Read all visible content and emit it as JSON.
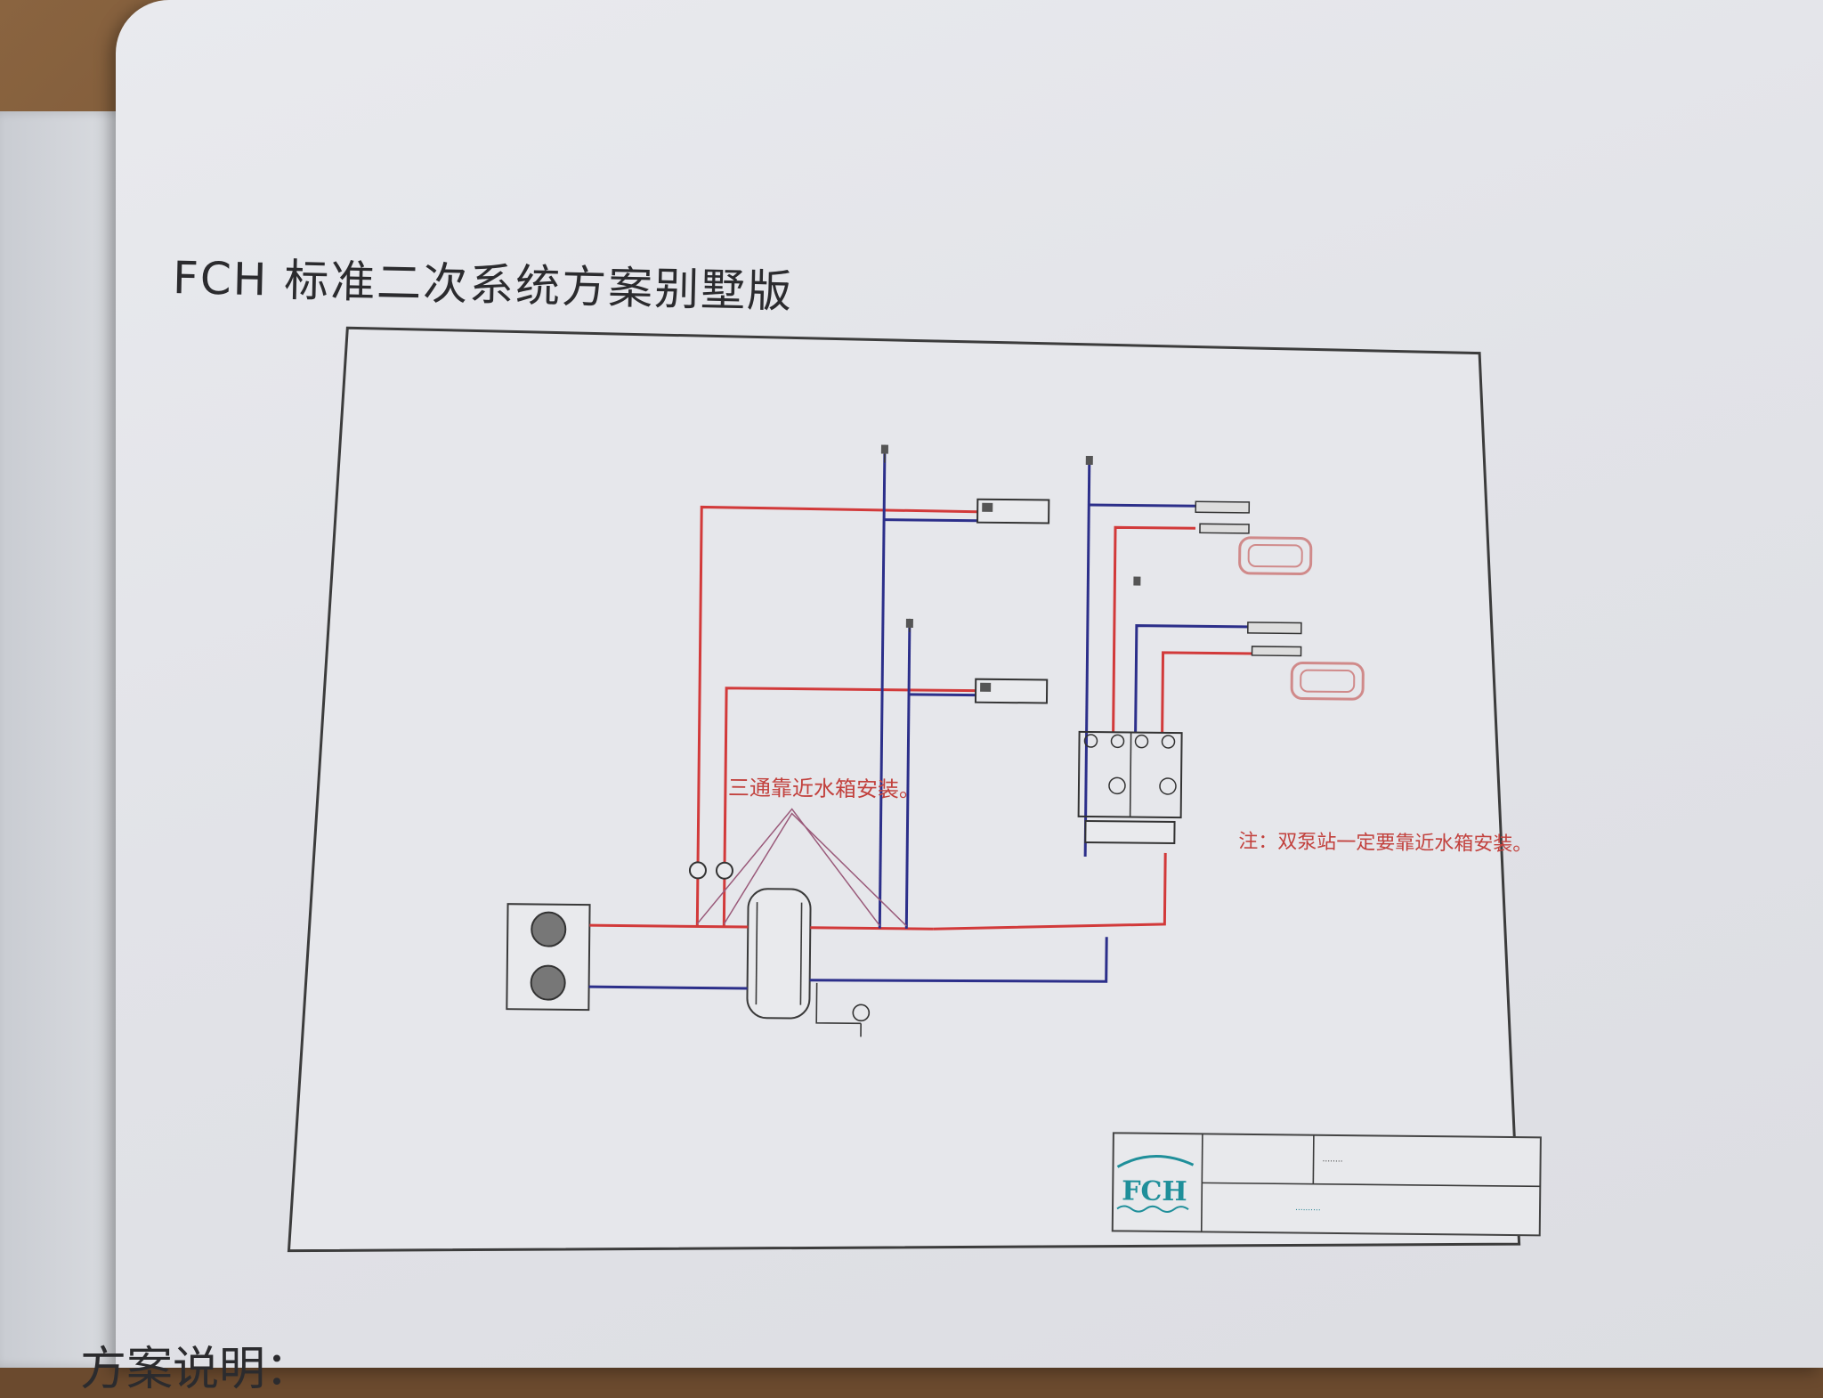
{
  "document": {
    "title": "FCH 标准二次系统方案别墅版",
    "next_heading": "方案说明："
  },
  "diagram": {
    "annotation_tee": "三通靠近水箱安装。",
    "annotation_pump": "注：双泵站一定要靠近水箱安装。",
    "logo_text": "FCH",
    "colors": {
      "hot_pipe": "#d23a3a",
      "cold_pipe": "#2c2f8a",
      "annotation": "#c2413d",
      "logo": "#1f8f9a"
    }
  }
}
